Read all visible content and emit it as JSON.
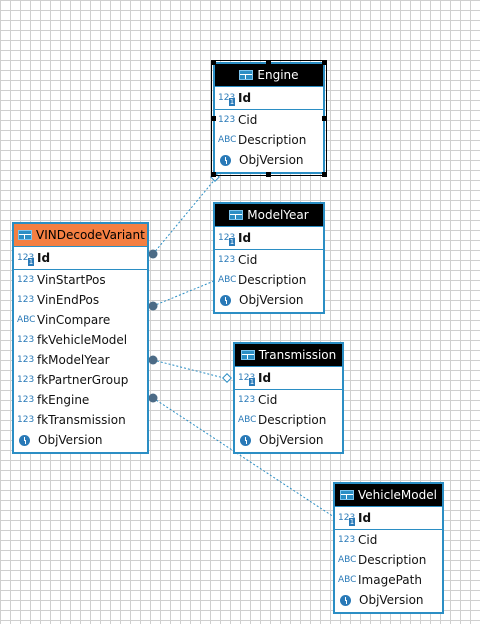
{
  "entities": {
    "vin": {
      "title": "VINDecodeVariant",
      "pk": {
        "icon": "123",
        "name": "Id"
      },
      "columns": [
        {
          "icon": "123",
          "name": "VinStartPos"
        },
        {
          "icon": "123",
          "name": "VinEndPos"
        },
        {
          "icon": "ABC",
          "name": "VinCompare"
        },
        {
          "icon": "123",
          "name": "fkVehicleModel"
        },
        {
          "icon": "123",
          "name": "fkModelYear"
        },
        {
          "icon": "123",
          "name": "fkPartnerGroup"
        },
        {
          "icon": "123",
          "name": "fkEngine"
        },
        {
          "icon": "123",
          "name": "fkTransmission"
        },
        {
          "icon": "clock",
          "name": "ObjVersion"
        }
      ]
    },
    "engine": {
      "title": "Engine",
      "pk": {
        "icon": "123",
        "name": "Id"
      },
      "columns": [
        {
          "icon": "123",
          "name": "Cid"
        },
        {
          "icon": "ABC",
          "name": "Description"
        },
        {
          "icon": "clock",
          "name": "ObjVersion"
        }
      ]
    },
    "modelyear": {
      "title": "ModelYear",
      "pk": {
        "icon": "123",
        "name": "Id"
      },
      "columns": [
        {
          "icon": "123",
          "name": "Cid"
        },
        {
          "icon": "ABC",
          "name": "Description"
        },
        {
          "icon": "clock",
          "name": "ObjVersion"
        }
      ]
    },
    "transmission": {
      "title": "Transmission",
      "pk": {
        "icon": "123",
        "name": "Id"
      },
      "columns": [
        {
          "icon": "123",
          "name": "Cid"
        },
        {
          "icon": "ABC",
          "name": "Description"
        },
        {
          "icon": "clock",
          "name": "ObjVersion"
        }
      ]
    },
    "vehiclemodel": {
      "title": "VehicleModel",
      "pk": {
        "icon": "123",
        "name": "Id"
      },
      "columns": [
        {
          "icon": "123",
          "name": "Cid"
        },
        {
          "icon": "ABC",
          "name": "Description"
        },
        {
          "icon": "ABC",
          "name": "ImagePath"
        },
        {
          "icon": "clock",
          "name": "ObjVersion"
        }
      ]
    }
  },
  "colors": {
    "main_header": "#f47f42",
    "header": "#000000",
    "border": "#2b8ec4",
    "link": "#2b8ec4"
  }
}
